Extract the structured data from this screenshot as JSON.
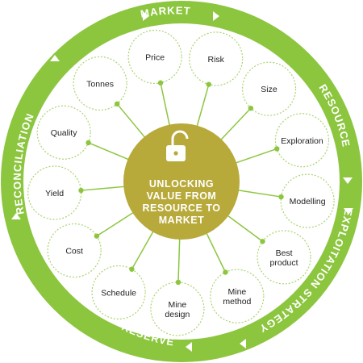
{
  "colors": {
    "ring": "#8cc63f",
    "ring_inner": "#ffffff",
    "center": "#b7a93a",
    "connector": "#8cc63f",
    "node_border": "#a9d46e"
  },
  "center": {
    "icon": "unlocked-padlock-icon",
    "lines": [
      "UNLOCKING",
      "VALUE FROM",
      "RESOURCE TO",
      "MARKET"
    ]
  },
  "ring_labels": {
    "market": "MARKET",
    "resource": "RESOURCE",
    "exploitation_strategy": "EXPLOITATION STRATEGY",
    "reserve": "RESERVE",
    "reconciliation": "RECONCILIATION"
  },
  "nodes": [
    {
      "lines": [
        "Price"
      ]
    },
    {
      "lines": [
        "Risk"
      ]
    },
    {
      "lines": [
        "Size"
      ]
    },
    {
      "lines": [
        "Exploration"
      ]
    },
    {
      "lines": [
        "Modelling"
      ]
    },
    {
      "lines": [
        "Best",
        "product"
      ]
    },
    {
      "lines": [
        "Mine",
        "method"
      ]
    },
    {
      "lines": [
        "Mine",
        "design"
      ]
    },
    {
      "lines": [
        "Schedule"
      ]
    },
    {
      "lines": [
        "Cost"
      ]
    },
    {
      "lines": [
        "Yield"
      ]
    },
    {
      "lines": [
        "Quality"
      ]
    },
    {
      "lines": [
        "Tonnes"
      ]
    }
  ]
}
